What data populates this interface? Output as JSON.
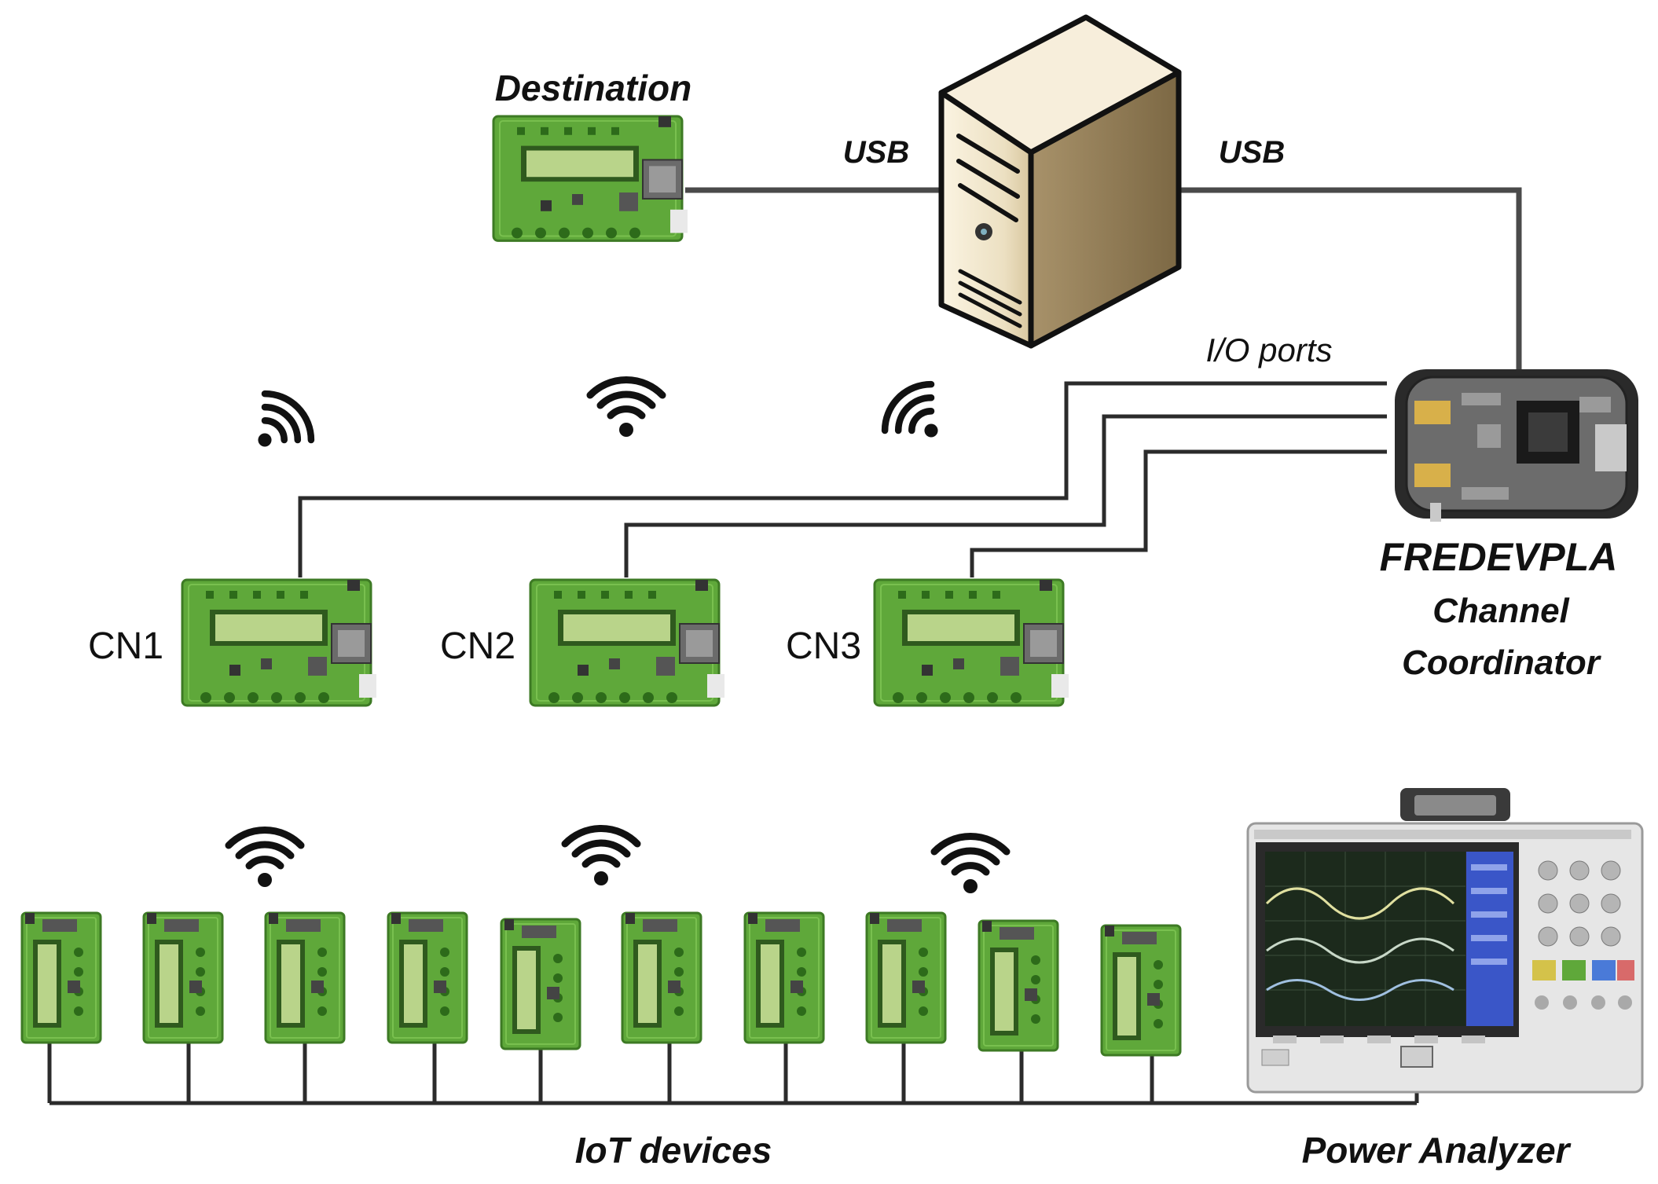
{
  "labels": {
    "destination": "Destination",
    "usb_left": "USB",
    "usb_right": "USB",
    "io_ports": "I/O ports",
    "coordinator_name": "FREDEVPLA",
    "coordinator_line1": "Channel",
    "coordinator_line2": "Coordinator",
    "cn1": "CN1",
    "cn2": "CN2",
    "cn3": "CN3",
    "iot_devices": "IoT devices",
    "power_analyzer": "Power Analyzer"
  },
  "colors": {
    "board_green": "#5fa83a",
    "board_dark": "#3d7a24",
    "lcd": "#b9d48a",
    "server_body": "#efe3c7",
    "server_shade": "#c8b48a",
    "cable": "#4a4a4a",
    "scope_screen": "#1c2a1c",
    "scope_side": "#3a56c8"
  },
  "iot_device_count": 10
}
